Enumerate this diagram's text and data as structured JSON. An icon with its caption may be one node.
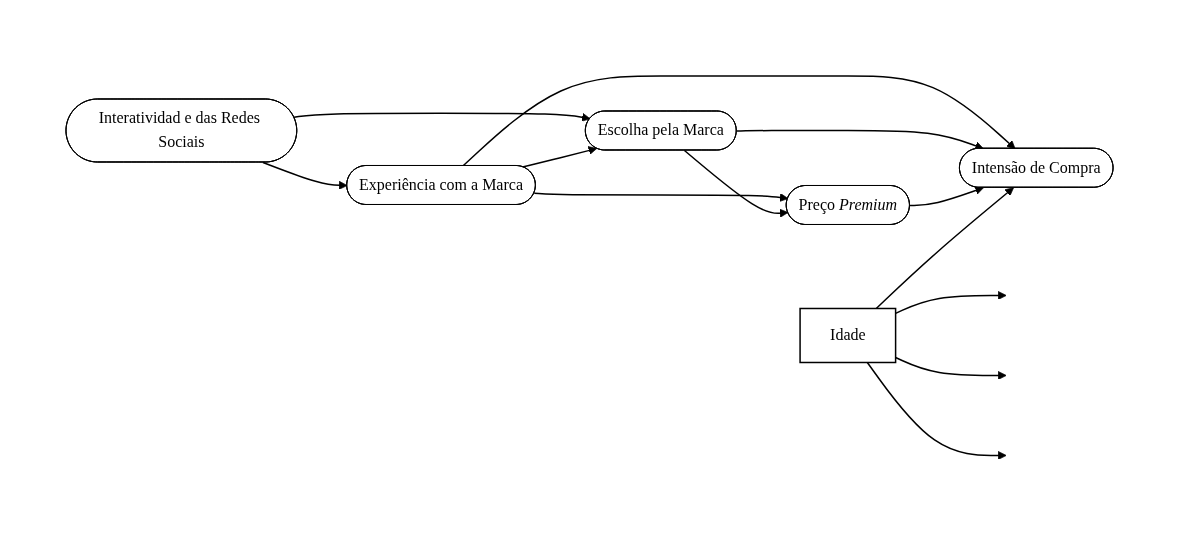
{
  "diagram": {
    "nodes": [
      {
        "text": [
          "Interatividad e das Redes Sociais"
        ]
      },
      {
        "text": [
          "Experiência com a Marca"
        ]
      },
      {
        "text": [
          "Preço *Premium*"
        ]
      },
      {
        "text": [
          "Escolha pela Marca"
        ]
      },
      {
        "text": [
          "Intensão de Compra"
        ]
      },
      {
        "text": [
          "Idade"
        ]
      }
    ],
    "edges": [
      {
        "from": 0,
        "to": 1,
        "arrow": "to"
      },
      {
        "from": 0,
        "to": 3,
        "arrow": "to"
      },
      {
        "from": 1,
        "to": 3,
        "arrow": "to"
      },
      {
        "from": 1,
        "to": 2,
        "arrow": "to"
      },
      {
        "from": 1,
        "to": 4,
        "arrow": "to"
      },
      {
        "from": 3,
        "to": 2,
        "arrow": "to"
      },
      {
        "from": 3,
        "to": 4,
        "arrow": "to"
      },
      {
        "from": 2,
        "to": 4,
        "arrow": "to"
      },
      {
        "from": 5,
        "to": null,
        "arrow": "to"
      },
      {
        "from": 5,
        "to": null,
        "arrow": "to"
      },
      {
        "from": 5,
        "to": null,
        "arrow": "to"
      },
      {
        "from": 5,
        "to": 4,
        "arrow": "to"
      }
    ]
  }
}
